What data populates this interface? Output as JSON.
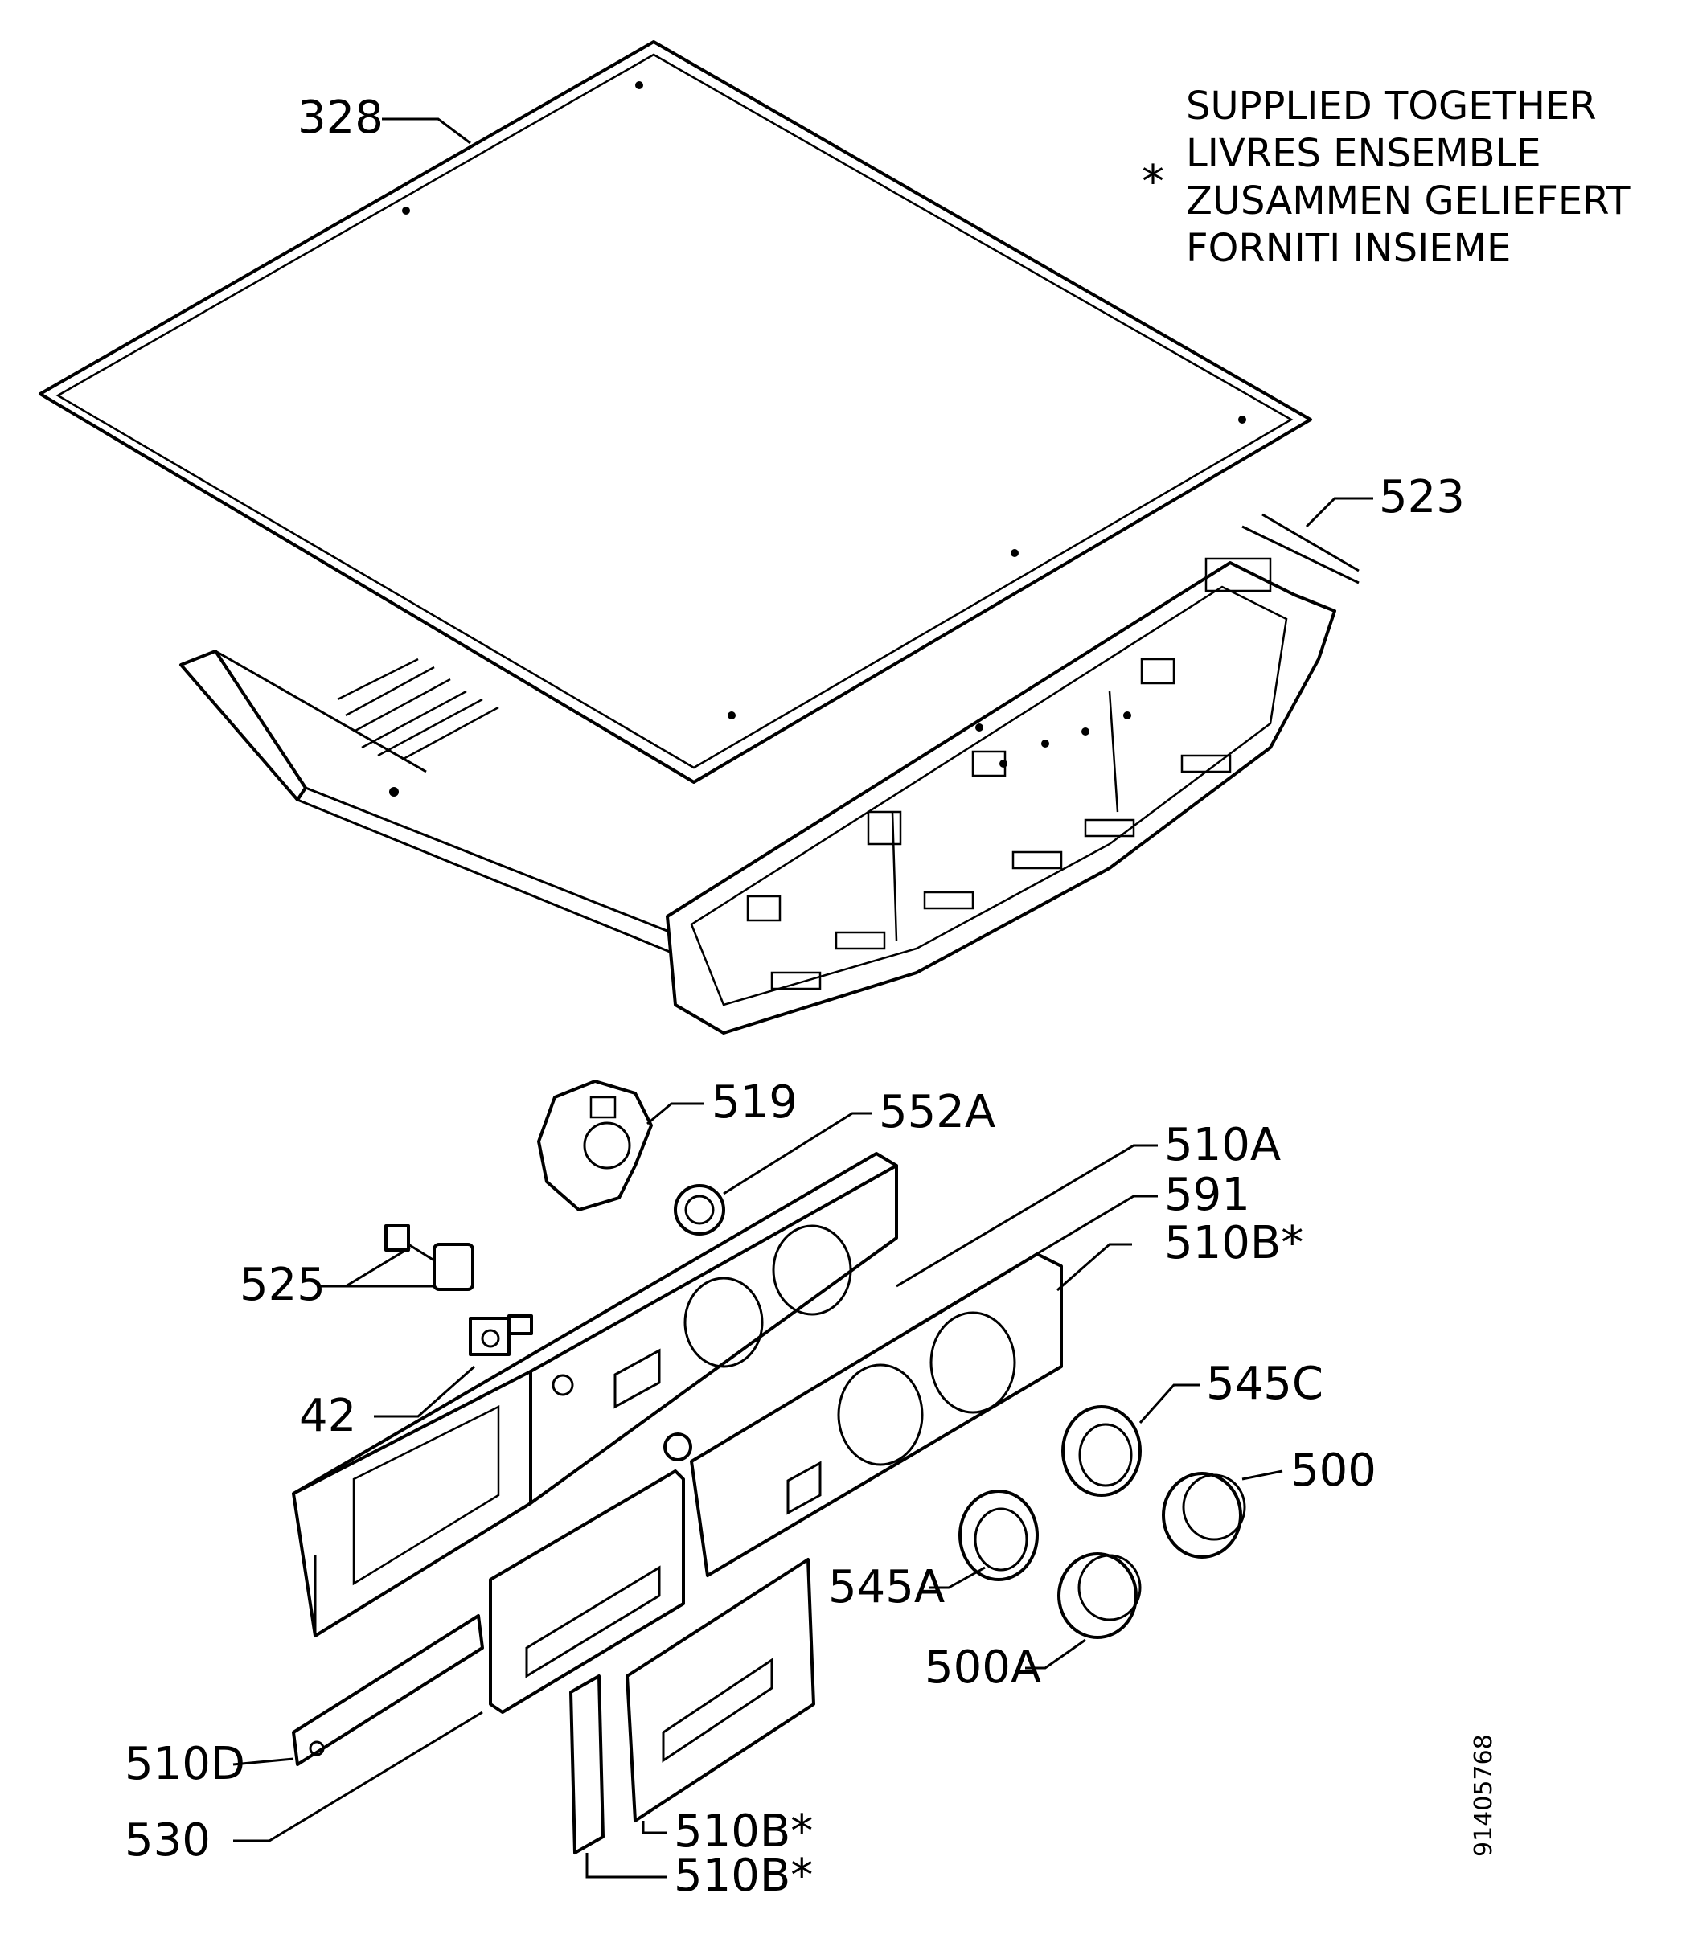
{
  "legend": {
    "marker": "*",
    "lines": [
      "SUPPLIED TOGETHER",
      "LIVRES ENSEMBLE",
      "ZUSAMMEN GELIEFERT",
      "FORNITI INSIEME"
    ]
  },
  "part_labels": [
    "328",
    "523",
    "519",
    "552A",
    "510A",
    "591",
    "510B*",
    "525",
    "42",
    "545C",
    "500",
    "545A",
    "500A",
    "510D",
    "530",
    "510B*",
    "510B*"
  ],
  "document_number": "91405768"
}
